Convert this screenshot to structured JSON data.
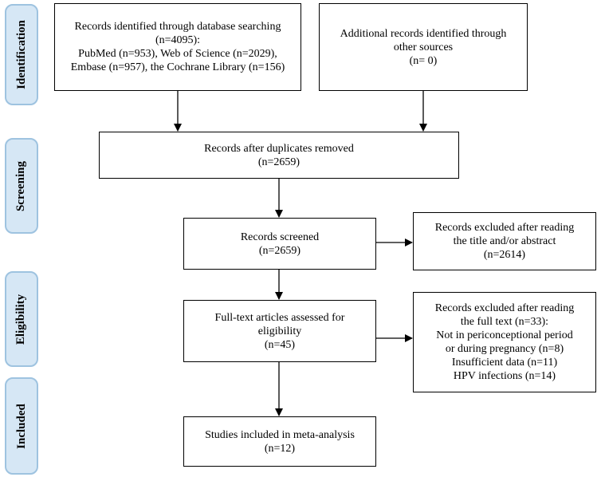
{
  "phases": {
    "identification": "Identification",
    "screening": "Screening",
    "eligibility": "Eligibility",
    "included": "Included"
  },
  "boxes": {
    "database": {
      "lines": [
        "Records identified through database searching",
        "(n=4095):",
        "PubMed (n=953), Web of Science (n=2029),",
        "Embase (n=957), the Cochrane Library (n=156)"
      ]
    },
    "additional": {
      "lines": [
        "Additional records identified through",
        "other sources",
        "(n= 0)"
      ]
    },
    "duplicates": {
      "lines": [
        "Records after duplicates removed",
        "(n=2659)"
      ]
    },
    "screened": {
      "lines": [
        "Records screened",
        "(n=2659)"
      ]
    },
    "excluded_title": {
      "lines": [
        "Records excluded after reading",
        "the title and/or abstract",
        "(n=2614)"
      ]
    },
    "fulltext": {
      "lines": [
        "Full-text articles assessed for",
        "eligibility",
        "(n=45)"
      ]
    },
    "excluded_fulltext": {
      "lines": [
        "Records excluded after reading",
        "the full text (n=33):",
        "Not in periconceptional period",
        "or during pregnancy (n=8)",
        "Insufficient data (n=11)",
        "HPV infections (n=14)"
      ]
    },
    "included": {
      "lines": [
        "Studies included in meta-analysis",
        "(n=12)"
      ]
    }
  }
}
